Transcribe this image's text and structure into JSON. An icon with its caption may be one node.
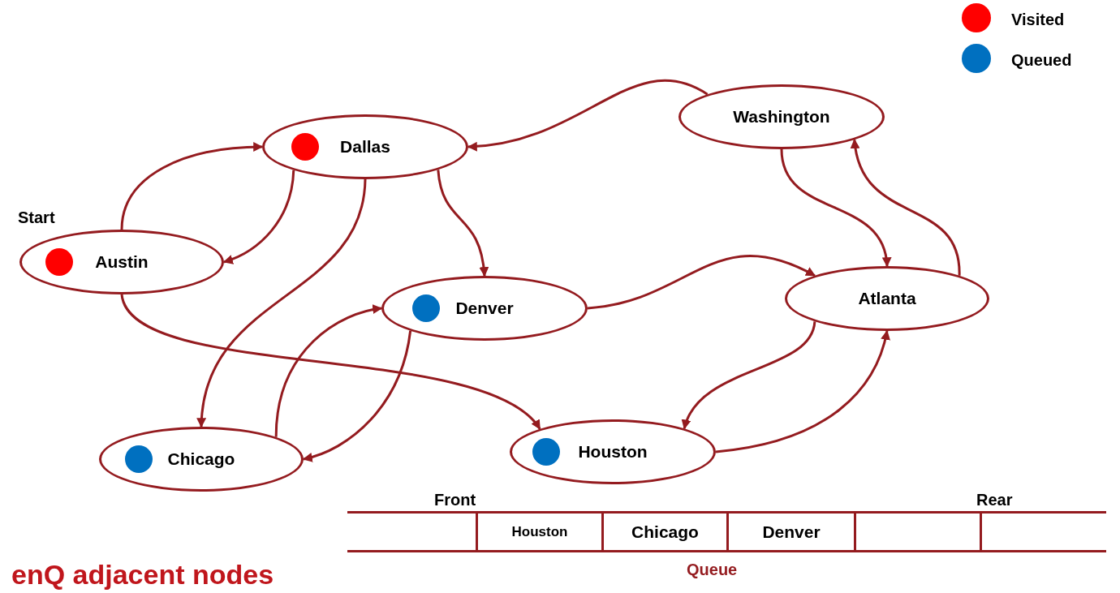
{
  "diagram": {
    "title": "enQ adjacent nodes",
    "nodes": [
      {
        "text": [
          "Dallas"
        ]
      },
      {
        "text": [
          "Washington"
        ]
      },
      {
        "text": [
          "Austin"
        ],
        "beside": [
          "Start"
        ]
      },
      {
        "text": [
          "Denver"
        ]
      },
      {
        "text": [
          "Atlanta"
        ]
      },
      {
        "text": [
          "Chicago"
        ]
      },
      {
        "text": [
          "Houston"
        ]
      }
    ],
    "edges": [
      {
        "from": 2,
        "to": 0,
        "arrow": "to"
      },
      {
        "from": 0,
        "to": 2,
        "arrow": "to"
      },
      {
        "from": 0,
        "to": 5,
        "arrow": "to"
      },
      {
        "from": 0,
        "to": 3,
        "arrow": "to"
      },
      {
        "from": 1,
        "to": 0,
        "arrow": "to"
      },
      {
        "from": 1,
        "to": 4,
        "arrow": "to"
      },
      {
        "from": 4,
        "to": 1,
        "arrow": "to"
      },
      {
        "from": 3,
        "to": 4,
        "arrow": "to"
      },
      {
        "from": 3,
        "to": 5,
        "arrow": "to"
      },
      {
        "from": 5,
        "to": 3,
        "arrow": "to"
      },
      {
        "from": 2,
        "to": 6,
        "arrow": "to"
      },
      {
        "from": 4,
        "to": 6,
        "arrow": "to"
      },
      {
        "from": 6,
        "to": 4,
        "arrow": "to"
      }
    ],
    "labels": [
      "Front",
      "Rear",
      "Houston",
      "Chicago",
      "Denver",
      "Queue"
    ],
    "legend": [
      {
        "text": "Visited",
        "color": "#ff0000"
      },
      {
        "text": "Queued",
        "color": "#0070c0"
      }
    ]
  }
}
